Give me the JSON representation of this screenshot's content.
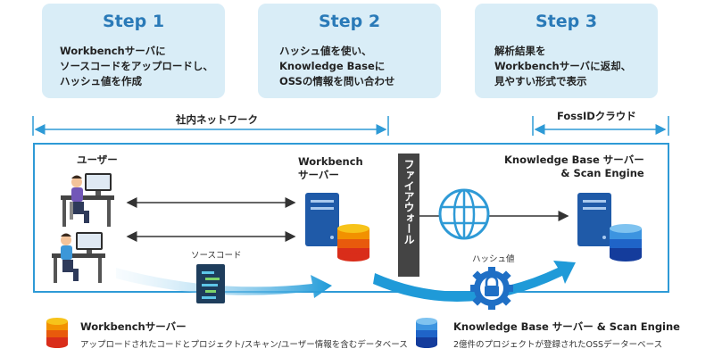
{
  "steps": [
    {
      "title": "Step 1",
      "desc": "Workbenchサーバに\nソースコードをアップロードし、\nハッシュ値を作成"
    },
    {
      "title": "Step 2",
      "desc": "ハッシュ値を使い、\nKnowledge Baseに\nOSSの情報を問い合わせ"
    },
    {
      "title": "Step 3",
      "desc": "解析結果を\nWorkbenchサーバに返却、\n見やすい形式で表示"
    }
  ],
  "networks": {
    "internal": "社内ネットワーク",
    "cloud": "FossIDクラウド"
  },
  "labels": {
    "user": "ユーザー",
    "workbench_server": "Workbench\nサーバー",
    "kb_server": "Knowledge Base サーバー\n& Scan Engine",
    "firewall": "ファイアウォール",
    "source_code": "ソースコード",
    "hash": "ハッシュ値"
  },
  "legend": [
    {
      "title": "Workbenchサーバー",
      "desc": "アップロードされたコードとプロジェクト/スキャン/ユーザー情報を含むデータベース"
    },
    {
      "title": "Knowledge Base サーバー & Scan Engine",
      "desc": "2億件のプロジェクトが登録されたOSSデーターベース"
    }
  ],
  "colors": {
    "accent": "#2e9ad6",
    "step_bg": "#d9edf7",
    "step_title": "#2a7ab8",
    "wb_db": [
      "#f7c31a",
      "#f29100",
      "#e85a0c",
      "#d92d1a"
    ],
    "kb_db": [
      "#7fc3f0",
      "#3c94e0",
      "#1f64c8",
      "#143c9c"
    ]
  },
  "icons": [
    "user-at-desk-icon",
    "server-icon",
    "database-icon",
    "globe-icon",
    "lock-gear-icon",
    "code-document-icon",
    "firewall-icon"
  ]
}
